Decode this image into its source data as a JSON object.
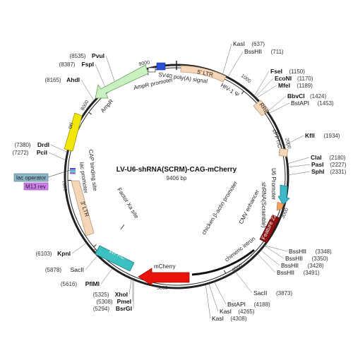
{
  "title": "LV-U6-shRNA(SCRM)-CAG-mCherry",
  "size": "9406 bp",
  "ticks": [
    "1000",
    "2000",
    "3000",
    "4000",
    "5000",
    "6000",
    "7000",
    "8000",
    "9000"
  ],
  "sites": [
    {
      "name": "KasI",
      "pos": "(637)"
    },
    {
      "name": "BssHII",
      "pos": "(711)"
    },
    {
      "name": "FseI",
      "pos": "(1150)"
    },
    {
      "name": "EcoNI",
      "pos": "(1170)"
    },
    {
      "name": "MfeI",
      "pos": "(1189)"
    },
    {
      "name": "BbvCI",
      "pos": "(1424)"
    },
    {
      "name": "BstAPI",
      "pos": "(1453)"
    },
    {
      "name": "KflI",
      "pos": "(1934)"
    },
    {
      "name": "ClaI",
      "pos": "(2180)"
    },
    {
      "name": "PasI",
      "pos": "(2227)"
    },
    {
      "name": "SphI",
      "pos": "(2331)"
    },
    {
      "name": "BssHII",
      "pos": "(3348)"
    },
    {
      "name": "BssHII",
      "pos": "(3350)"
    },
    {
      "name": "BssHII",
      "pos": "(3428)"
    },
    {
      "name": "BssHII",
      "pos": "(3491)"
    },
    {
      "name": "SacII",
      "pos": "(3873)"
    },
    {
      "name": "BstAPI",
      "pos": "(4188)"
    },
    {
      "name": "KasI",
      "pos": "(4265)"
    },
    {
      "name": "KasI",
      "pos": "(4308)"
    },
    {
      "name": "BsrGI",
      "pos": "(5294)"
    },
    {
      "name": "PmeI",
      "pos": "(5308)"
    },
    {
      "name": "XhoI",
      "pos": "(5325)"
    },
    {
      "name": "PflMI",
      "pos": "(5616)"
    },
    {
      "name": "SacII",
      "pos": "(5878)"
    },
    {
      "name": "KpnI",
      "pos": "(6103)"
    },
    {
      "name": "PciI",
      "pos": "(7272)"
    },
    {
      "name": "DrdI",
      "pos": "(7380)"
    },
    {
      "name": "AhdI",
      "pos": "(8165)"
    },
    {
      "name": "FspI",
      "pos": "(8387)"
    },
    {
      "name": "PvuI",
      "pos": "(8535)"
    }
  ],
  "features": {
    "ltr5": "5' LTR",
    "hiv_psi": "HIV-1 Ψ",
    "rre": "RRE",
    "cppt": "cPPT/CTS",
    "u6": "U6 Promoter",
    "shrna": "shRNA(Scramble)",
    "feature22": "Feature 22",
    "cmv_enh": "CMV enhancer",
    "chicken_actin": "chicken β-actin promoter",
    "chimeric_intron": "chimeric intron",
    "mcherry": "mCherry",
    "wpre": "WPRE",
    "factor_xa": "Factor Xa site",
    "ltr3": "3' LTR",
    "lac_promoter": "lac promoter",
    "cap_site": "CAP binding site",
    "ori": "ori",
    "ampr": "AmpR",
    "ampr_promoter": "AmpR promoter",
    "sv40": "SV40 poly(A) signal",
    "lac_operator": "lac operator",
    "m13rev": "M13 rev"
  },
  "colors": {
    "backbone": "#222222",
    "ltr": "#f5d6b8",
    "rre": "#f5d6b8",
    "u6": "#3cb8c8",
    "feature22": "#8b1010",
    "mcherry": "#e8140c",
    "wpre": "#3cc0c0",
    "ori": "#f0e60a",
    "ampr": "#c8f0c0",
    "sv40": "#2850d8",
    "lac_operator": "#8ab8c8",
    "m13rev": "#d080f0"
  }
}
